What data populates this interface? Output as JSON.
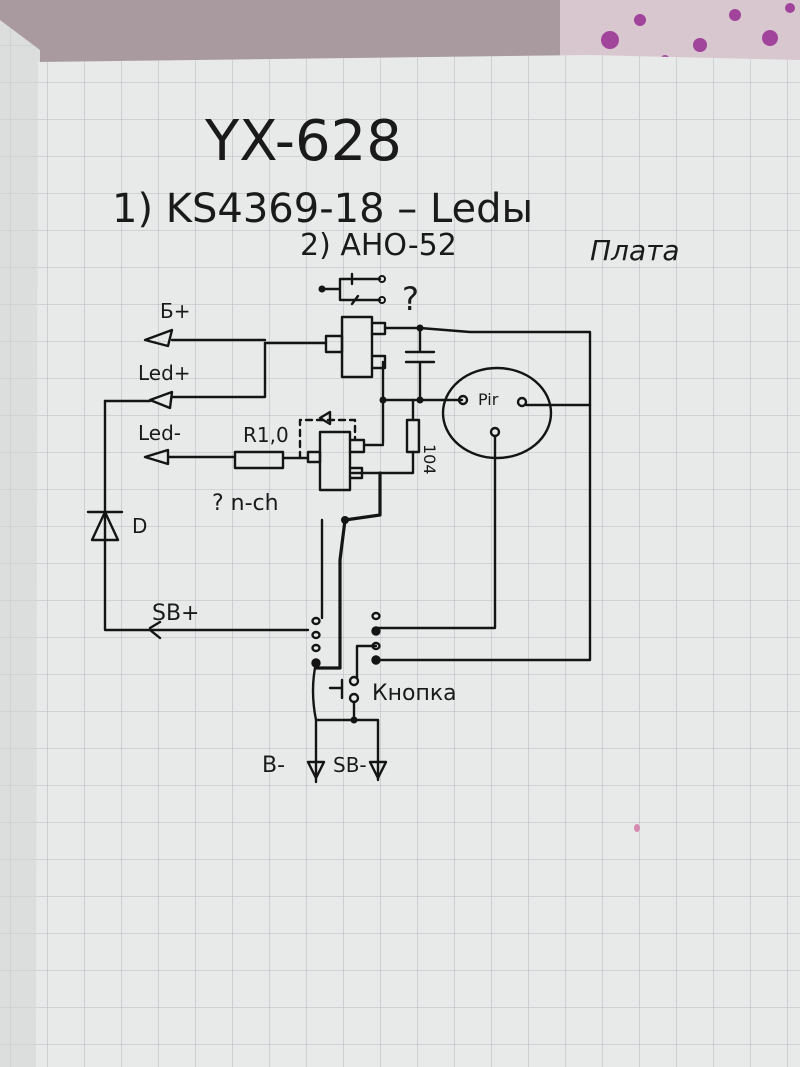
{
  "title": "YX-628",
  "parts": {
    "line1": "1) KS4369-18  –  Ledы",
    "line2": "2) AHO-52",
    "board": "Плата",
    "question_top": "?"
  },
  "labels": {
    "b_plus": "Б+",
    "led_plus": "Led+",
    "led_minus": "Led-",
    "resistor": "R1,0",
    "n_channel": "? n-ch",
    "pir": "Pir",
    "cap_value": "104",
    "diode": "D",
    "sb_plus": "SB+",
    "button": "Кнопка",
    "b_minus": "B-",
    "sb_minus": "SB-"
  },
  "colors": {
    "ink": "#141414",
    "paper": "#e8eaea",
    "grid": "#b9bcc0",
    "fabric": "#b8a6ad",
    "fabric_dots": "#a1449b"
  }
}
